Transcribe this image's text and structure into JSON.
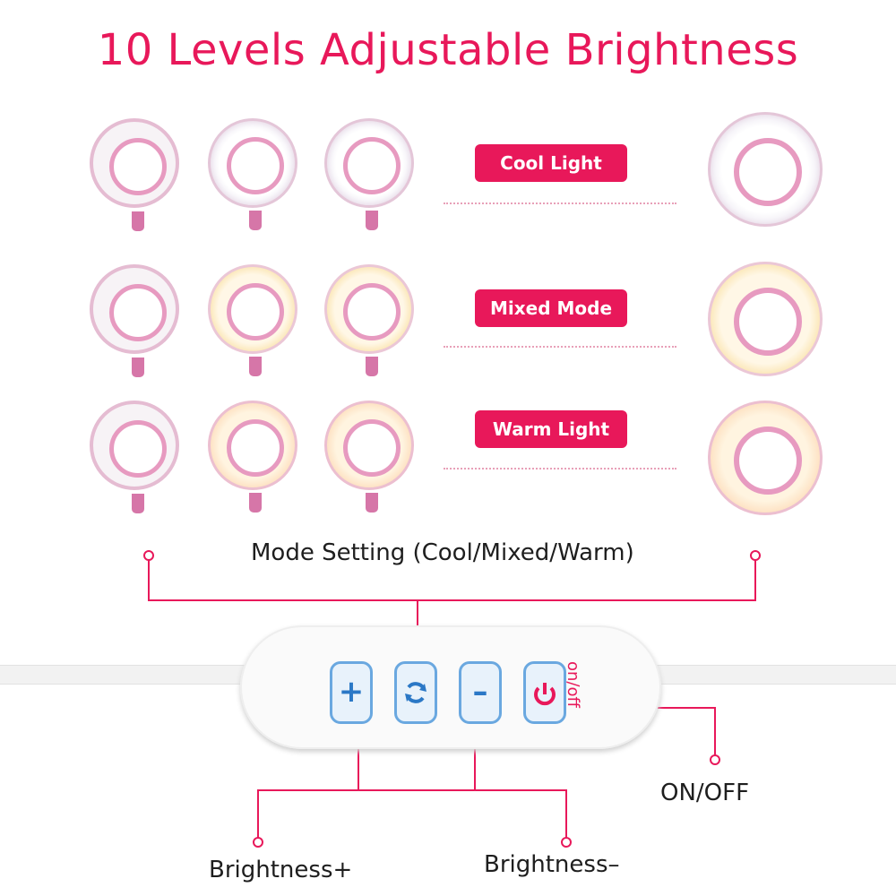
{
  "title": "10 Levels Adjustable Brightness",
  "modes": [
    {
      "label": "Cool Light"
    },
    {
      "label": "Mixed Mode"
    },
    {
      "label": "Warm Light"
    }
  ],
  "mode_setting_label": "Mode Setting (Cool/Mixed/Warm)",
  "controller": {
    "plus_symbol": "+",
    "minus_symbol": "–",
    "onoff_print": "on/off"
  },
  "callouts": {
    "on_off": "ON/OFF",
    "brightness_plus": "Brightness+",
    "brightness_minus": "Brightness–"
  },
  "colors": {
    "accent": "#e8185a",
    "ring_pink": "#e79ac0",
    "button_blue": "#6aa8e0"
  }
}
